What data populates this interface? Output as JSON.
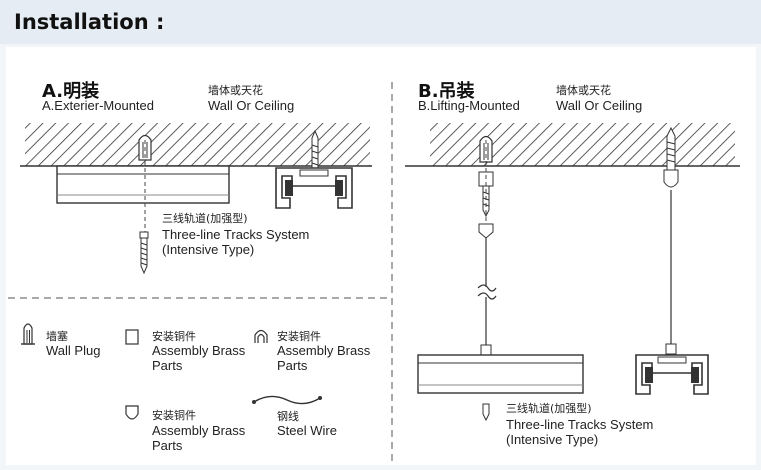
{
  "header": {
    "title": "Installation :"
  },
  "section_a": {
    "title": "A.明装",
    "subtitle": "A.Exterier-Mounted",
    "surface_cn": "墙体或天花",
    "surface_en": "Wall Or Ceiling",
    "track_cn": "三线轨道(加强型)",
    "track_en_1": "Three-line Tracks System",
    "track_en_2": "(Intensive Type)"
  },
  "section_b": {
    "title": "B.吊装",
    "subtitle": "B.Lifting-Mounted",
    "surface_cn": "墙体或天花",
    "surface_en": "Wall Or Ceiling",
    "track_cn": "三线轨道(加强型)",
    "track_en_1": "Three-line Tracks System",
    "track_en_2": "(Intensive Type)"
  },
  "legend": {
    "wall_plug_cn": "墙塞",
    "wall_plug_en": "Wall Plug",
    "brass1_cn": "安装铜件",
    "brass1_en_1": "Assembly Brass",
    "brass1_en_2": "Parts",
    "brass2_cn": "安装铜件",
    "brass2_en_1": "Assembly Brass",
    "brass2_en_2": "Parts",
    "brass3_cn": "安装铜件",
    "brass3_en_1": "Assembly Brass",
    "brass3_en_2": "Parts",
    "wire_cn": "钢线",
    "wire_en": "Steel Wire"
  },
  "colors": {
    "line": "#333333",
    "header_bg": "#e6ecf3"
  }
}
